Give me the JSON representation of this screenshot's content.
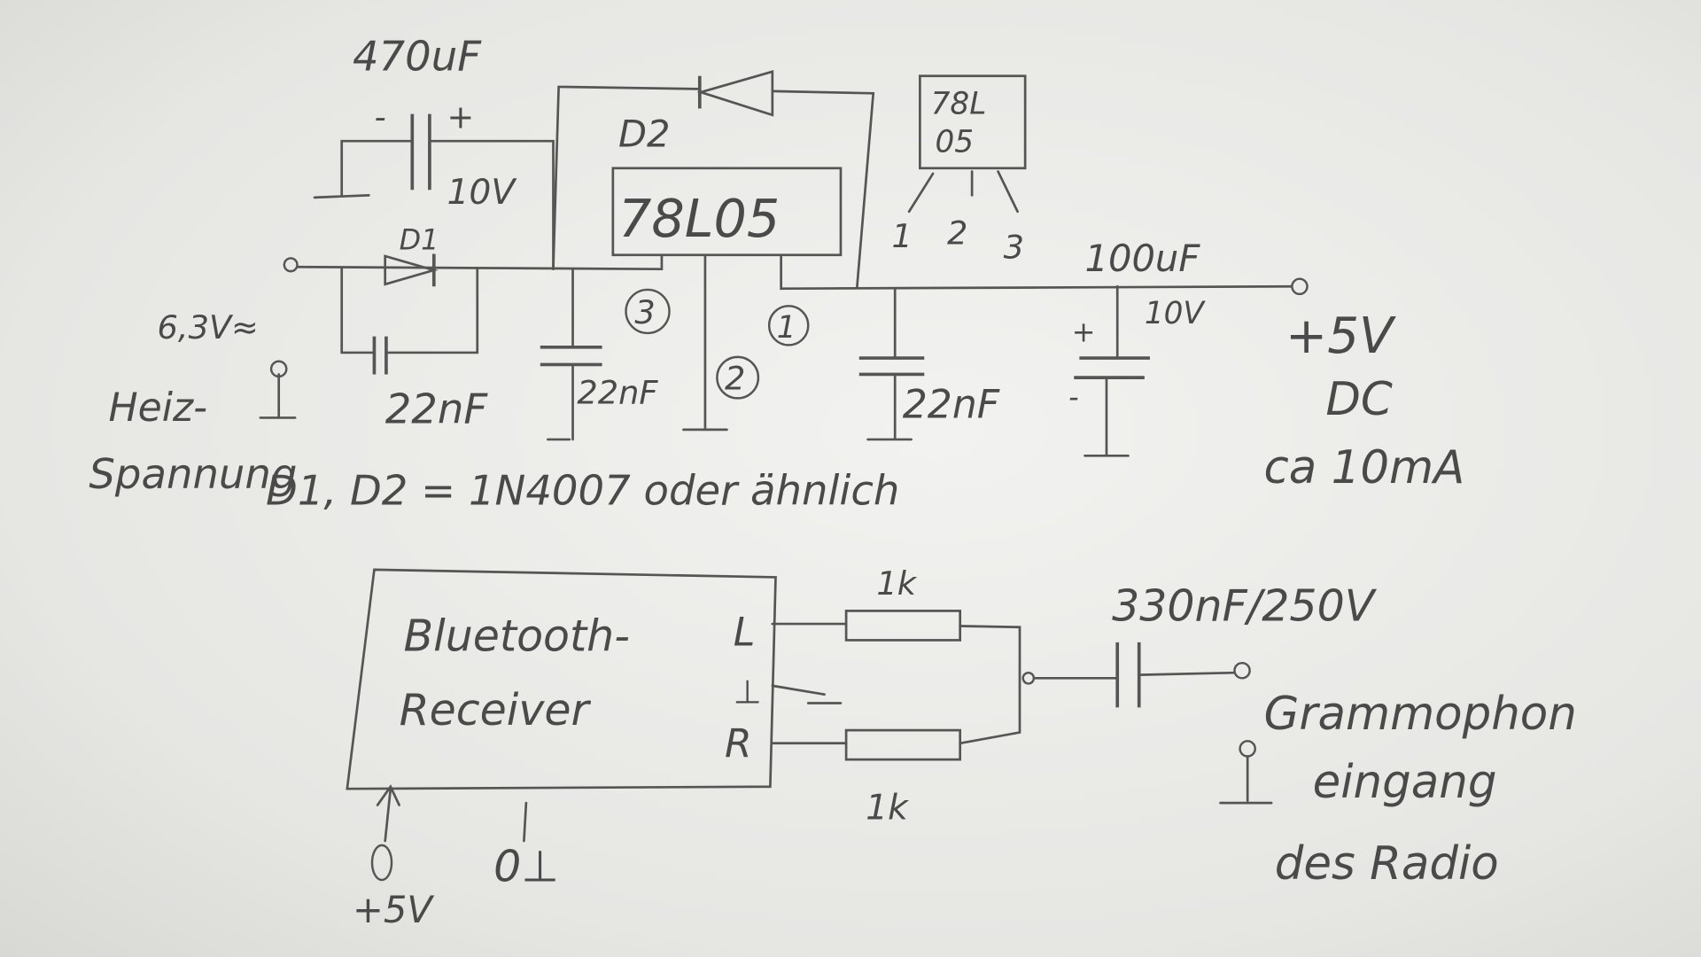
{
  "power_supply": {
    "c_input_value": "470uF",
    "c_input_minus": "-",
    "c_input_plus": "+",
    "c_input_voltage": "10V",
    "d2_label": "D2",
    "regulator_label": "78L05",
    "d1_label": "D1",
    "pinout_top": "78L",
    "pinout_bottom": "05",
    "pin_numbers": [
      "1",
      "2",
      "3"
    ],
    "pin_circles": [
      "3",
      "2",
      "1"
    ],
    "input_voltage": "6,3V≈",
    "input_name_line1": "Heiz-",
    "input_name_line2": "Spannung",
    "cap_22nf": [
      "22nF",
      "22nF",
      "22nF"
    ],
    "c_output_value": "100uF",
    "c_output_voltage": "10V",
    "c_output_plus": "+",
    "c_output_minus": "-",
    "output_voltage": "+5V",
    "output_type": "DC",
    "output_current": "ca 10mA",
    "diode_note": "D1, D2 = 1N4007 oder ähnlich"
  },
  "audio": {
    "receiver_line1": "Bluetooth-",
    "receiver_line2": "Receiver",
    "pin_left": "L",
    "pin_ground": "⊥",
    "pin_right": "R",
    "resistor_top": "1k",
    "resistor_bottom": "1k",
    "coupling_cap": "330nF/250V",
    "target_line1": "Grammophon",
    "target_line2": "eingang",
    "target_line3": "des Radio",
    "supply_label": "+5V",
    "ground_label": "0⊥"
  }
}
